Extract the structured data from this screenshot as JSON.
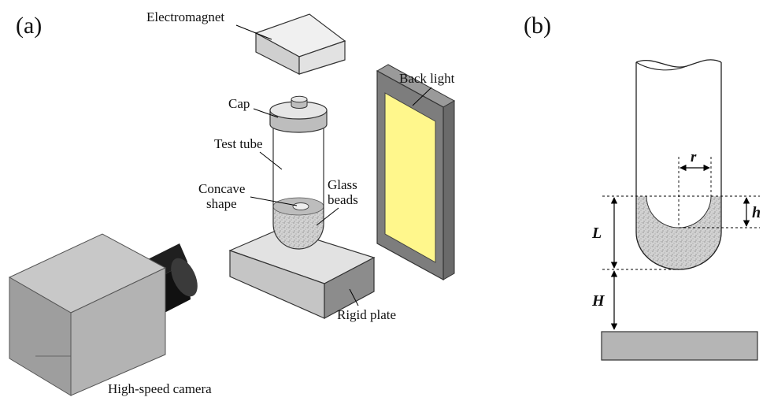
{
  "panels": {
    "a": "(a)",
    "b": "(b)"
  },
  "labels": {
    "electromagnet": "Electromagnet",
    "back_light": "Back light",
    "cap": "Cap",
    "test_tube": "Test tube",
    "concave_line1": "Concave",
    "concave_line2": "shape",
    "glass_line1": "Glass",
    "glass_line2": "beads",
    "rigid_plate": "Rigid plate",
    "camera": "High-speed camera"
  },
  "symbols": {
    "r": "r",
    "h": "h",
    "L": "L",
    "H": "H"
  },
  "colors": {
    "backlight_panel": "#fff78c",
    "frame": "#7a7a7a",
    "beads": "#cfcfcf",
    "block_top": "#e4e4e4",
    "block_front": "#c6c6c6",
    "block_side": "#8f8f8f",
    "lens": "#1d1d1d",
    "ground": "#b5b5b5"
  }
}
